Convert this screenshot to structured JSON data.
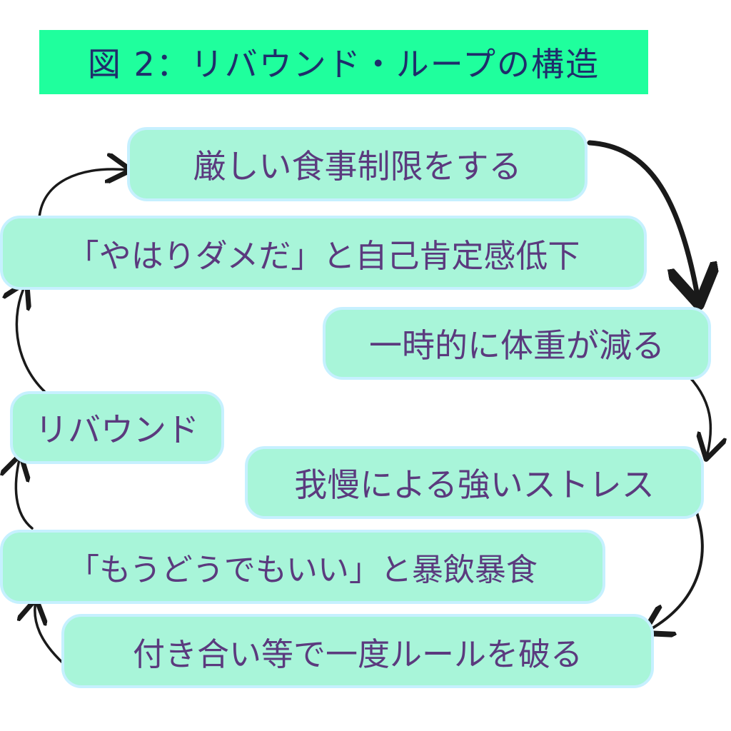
{
  "title": "図 2：リバウンド・ループの構造",
  "colors": {
    "title_bg": "#1fff9d",
    "title_text": "#1f2d6b",
    "node_bg": "#a8f5d9",
    "node_border": "#c6f0ff",
    "node_text": "#5b3a7e",
    "arrow": "#1a1a1a"
  },
  "nodes": [
    {
      "id": "strict-diet",
      "label": "厳しい食事制限をする"
    },
    {
      "id": "low-self-esteem",
      "label": "「やはりダメだ」と自己肯定感低下"
    },
    {
      "id": "weight-drops",
      "label": "一時的に体重が減る"
    },
    {
      "id": "rebound",
      "label": "リバウンド"
    },
    {
      "id": "stress",
      "label": "我慢による強いストレス"
    },
    {
      "id": "binge",
      "label": "「もうどうでもいい」と暴飲暴食"
    },
    {
      "id": "break-rule",
      "label": "付き合い等で一度ルールを破る"
    }
  ]
}
